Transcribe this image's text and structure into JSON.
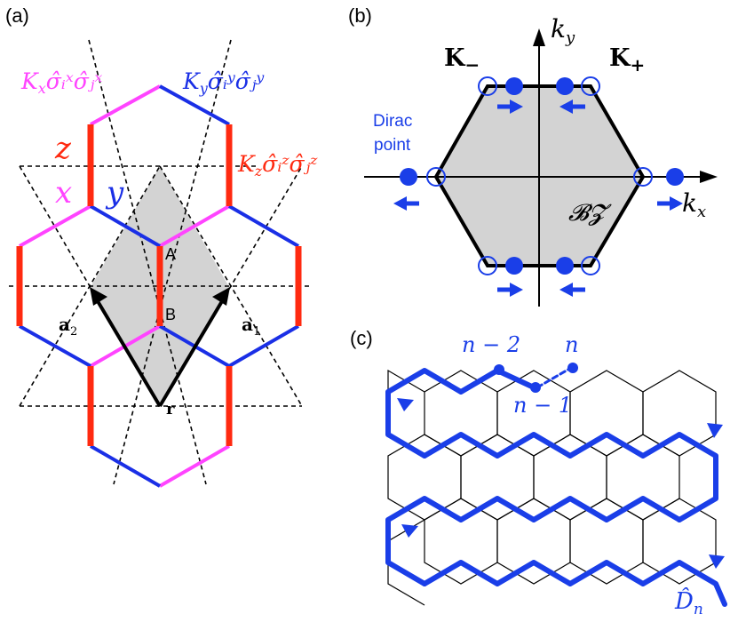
{
  "panel_a": {
    "label": "(a)",
    "kx_term": "K",
    "kx_sub": "x",
    "kx_ops": "σ̂ᵢˣσ̂ⱼˣ",
    "ky_term": "K",
    "ky_sub": "y",
    "ky_ops": "σ̂ᵢʸσ̂ⱼʸ",
    "kz_term": "K",
    "kz_sub": "z",
    "kz_ops": "σ̂ᵢᶻσ̂ⱼᶻ",
    "bond_z": "z",
    "bond_x": "x",
    "bond_y": "y",
    "site_a": "A",
    "site_b": "B",
    "vec_a1": "a",
    "vec_a1_sub": "1",
    "vec_a2": "a",
    "vec_a2_sub": "2",
    "origin": "r"
  },
  "panel_b": {
    "label": "(b)",
    "axis_ky": "k",
    "axis_ky_sub": "y",
    "axis_kx": "k",
    "axis_kx_sub": "x",
    "k_minus": "K",
    "k_minus_sub": "−",
    "k_plus": "K",
    "k_plus_sub": "+",
    "dirac_line1": "Dirac",
    "dirac_line2": "point",
    "bz": "𝓑𝓩"
  },
  "panel_c": {
    "label": "(c)",
    "site_n_minus_2": "n − 2",
    "site_n": "n",
    "site_n_minus_1": "n − 1",
    "operator": "D̂",
    "operator_sub": "n"
  },
  "colors": {
    "x_bond": "#ff44ff",
    "y_bond": "#1a2fe6",
    "z_bond": "#ff2a10",
    "path": "#1a3ee8",
    "bz_fill": "#d3d3d3"
  }
}
